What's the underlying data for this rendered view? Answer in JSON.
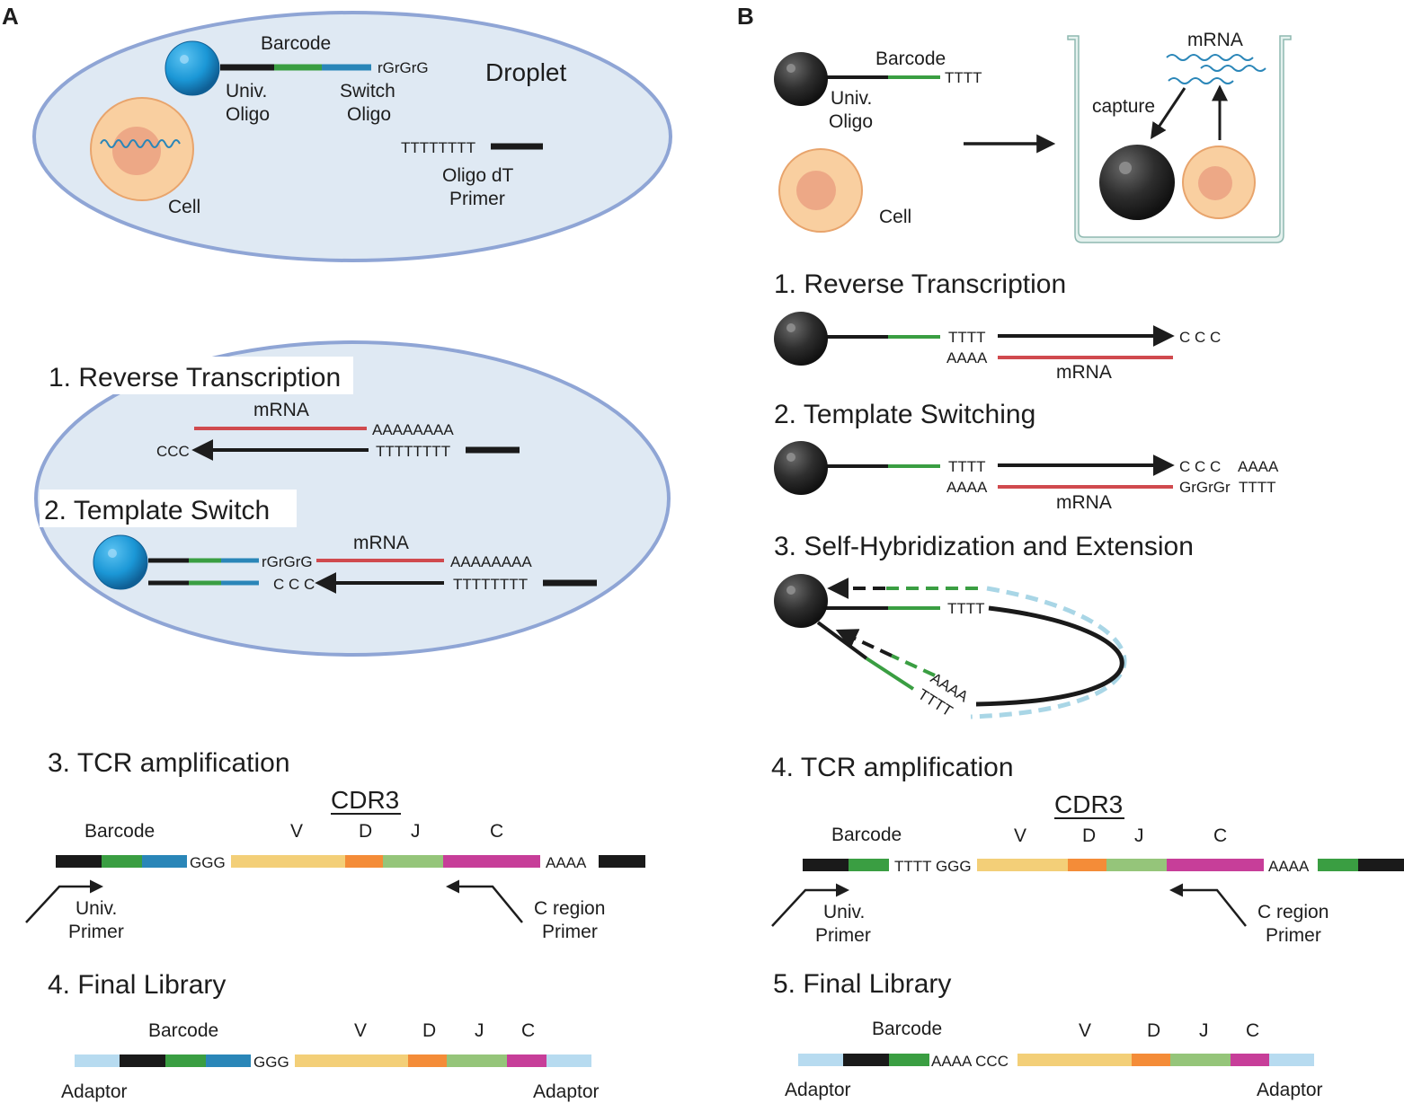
{
  "colors": {
    "cell_fill": "#f9cfa0",
    "nucleus": "#eda886",
    "bead_blue": "#1b97d6",
    "bead_dark": "#2e2e2e",
    "barcode_green": "#3a9e42",
    "switch_blue": "#2a86b8",
    "mrna_red": "#d04a4e",
    "droplet_fill": "#dfe9f3",
    "droplet_stroke": "#8fa5d5",
    "V": "#f3cf78",
    "D": "#f48c38",
    "J": "#95c57a",
    "C": "#c73e99",
    "adaptor": "#b7dbf0"
  },
  "panel_a": {
    "letter": "A",
    "droplet": {
      "barcode": "Barcode",
      "rgrgrg": "rGrGrG",
      "droplet": "Droplet",
      "univ_line1": "Univ.",
      "univ_line2": "Oligo",
      "switch_line1": "Switch",
      "switch_line2": "Oligo",
      "polyt": "TTTTTTTT",
      "primer_line1": "Oligo dT",
      "primer_line2": "Primer",
      "cell": "Cell"
    },
    "step1": {
      "title": "1. Reverse Transcription",
      "mrna": "mRNA",
      "polya": "AAAAAAAA",
      "ccc": "CCC",
      "polyt": "TTTTTTTT"
    },
    "step2": {
      "title": "2. Template Switch",
      "rgrgrg": "rGrGrG",
      "mrna": "mRNA",
      "polya": "AAAAAAAA",
      "ccc": "C C C",
      "polyt": "TTTTTTTT"
    },
    "step3": {
      "title": "3. TCR amplification",
      "cdr3": "CDR3",
      "barcode": "Barcode",
      "v": "V",
      "d": "D",
      "j": "J",
      "c": "C",
      "ggg": "GGG",
      "aaaa": "AAAA",
      "univ_line1": "Univ.",
      "univ_line2": "Primer",
      "cregion_line1": "C region",
      "cregion_line2": "Primer"
    },
    "step4": {
      "title": "4. Final Library",
      "barcode": "Barcode",
      "v": "V",
      "d": "D",
      "j": "J",
      "c": "C",
      "ggg": "GGG",
      "adaptor_left": "Adaptor",
      "adaptor_right": "Adaptor"
    }
  },
  "panel_b": {
    "letter": "B",
    "top": {
      "barcode": "Barcode",
      "tttt": "TTTT",
      "univ_line1": "Univ.",
      "univ_line2": "Oligo",
      "cell": "Cell",
      "mrna": "mRNA",
      "capture": "capture"
    },
    "step1": {
      "title": "1. Reverse Transcription",
      "tttt": "TTTT",
      "aaaa": "AAAA",
      "ccc": "C C C",
      "mrna": "mRNA"
    },
    "step2": {
      "title": "2. Template Switching",
      "tttt": "TTTT",
      "aaaa": "AAAA",
      "ccc": "C C C",
      "aaaa2": "AAAA",
      "grgrgr": "GrGrGr",
      "tttt2": "TTTT",
      "mrna": "mRNA"
    },
    "step3": {
      "title": "3. Self-Hybridization and Extension",
      "tttt": "TTTT",
      "aaaa": "AAAA",
      "tttt2": "TTTT"
    },
    "step4": {
      "title": "4. TCR amplification",
      "cdr3": "CDR3",
      "barcode": "Barcode",
      "v": "V",
      "d": "D",
      "j": "J",
      "c": "C",
      "ttttggg": "TTTT GGG",
      "aaaa": "AAAA",
      "univ_line1": "Univ.",
      "univ_line2": "Primer",
      "cregion_line1": "C region",
      "cregion_line2": "Primer"
    },
    "step5": {
      "title": "5. Final Library",
      "barcode": "Barcode",
      "v": "V",
      "d": "D",
      "j": "J",
      "c": "C",
      "aaaaccc": "AAAA CCC",
      "adaptor_left": "Adaptor",
      "adaptor_right": "Adaptor"
    }
  }
}
